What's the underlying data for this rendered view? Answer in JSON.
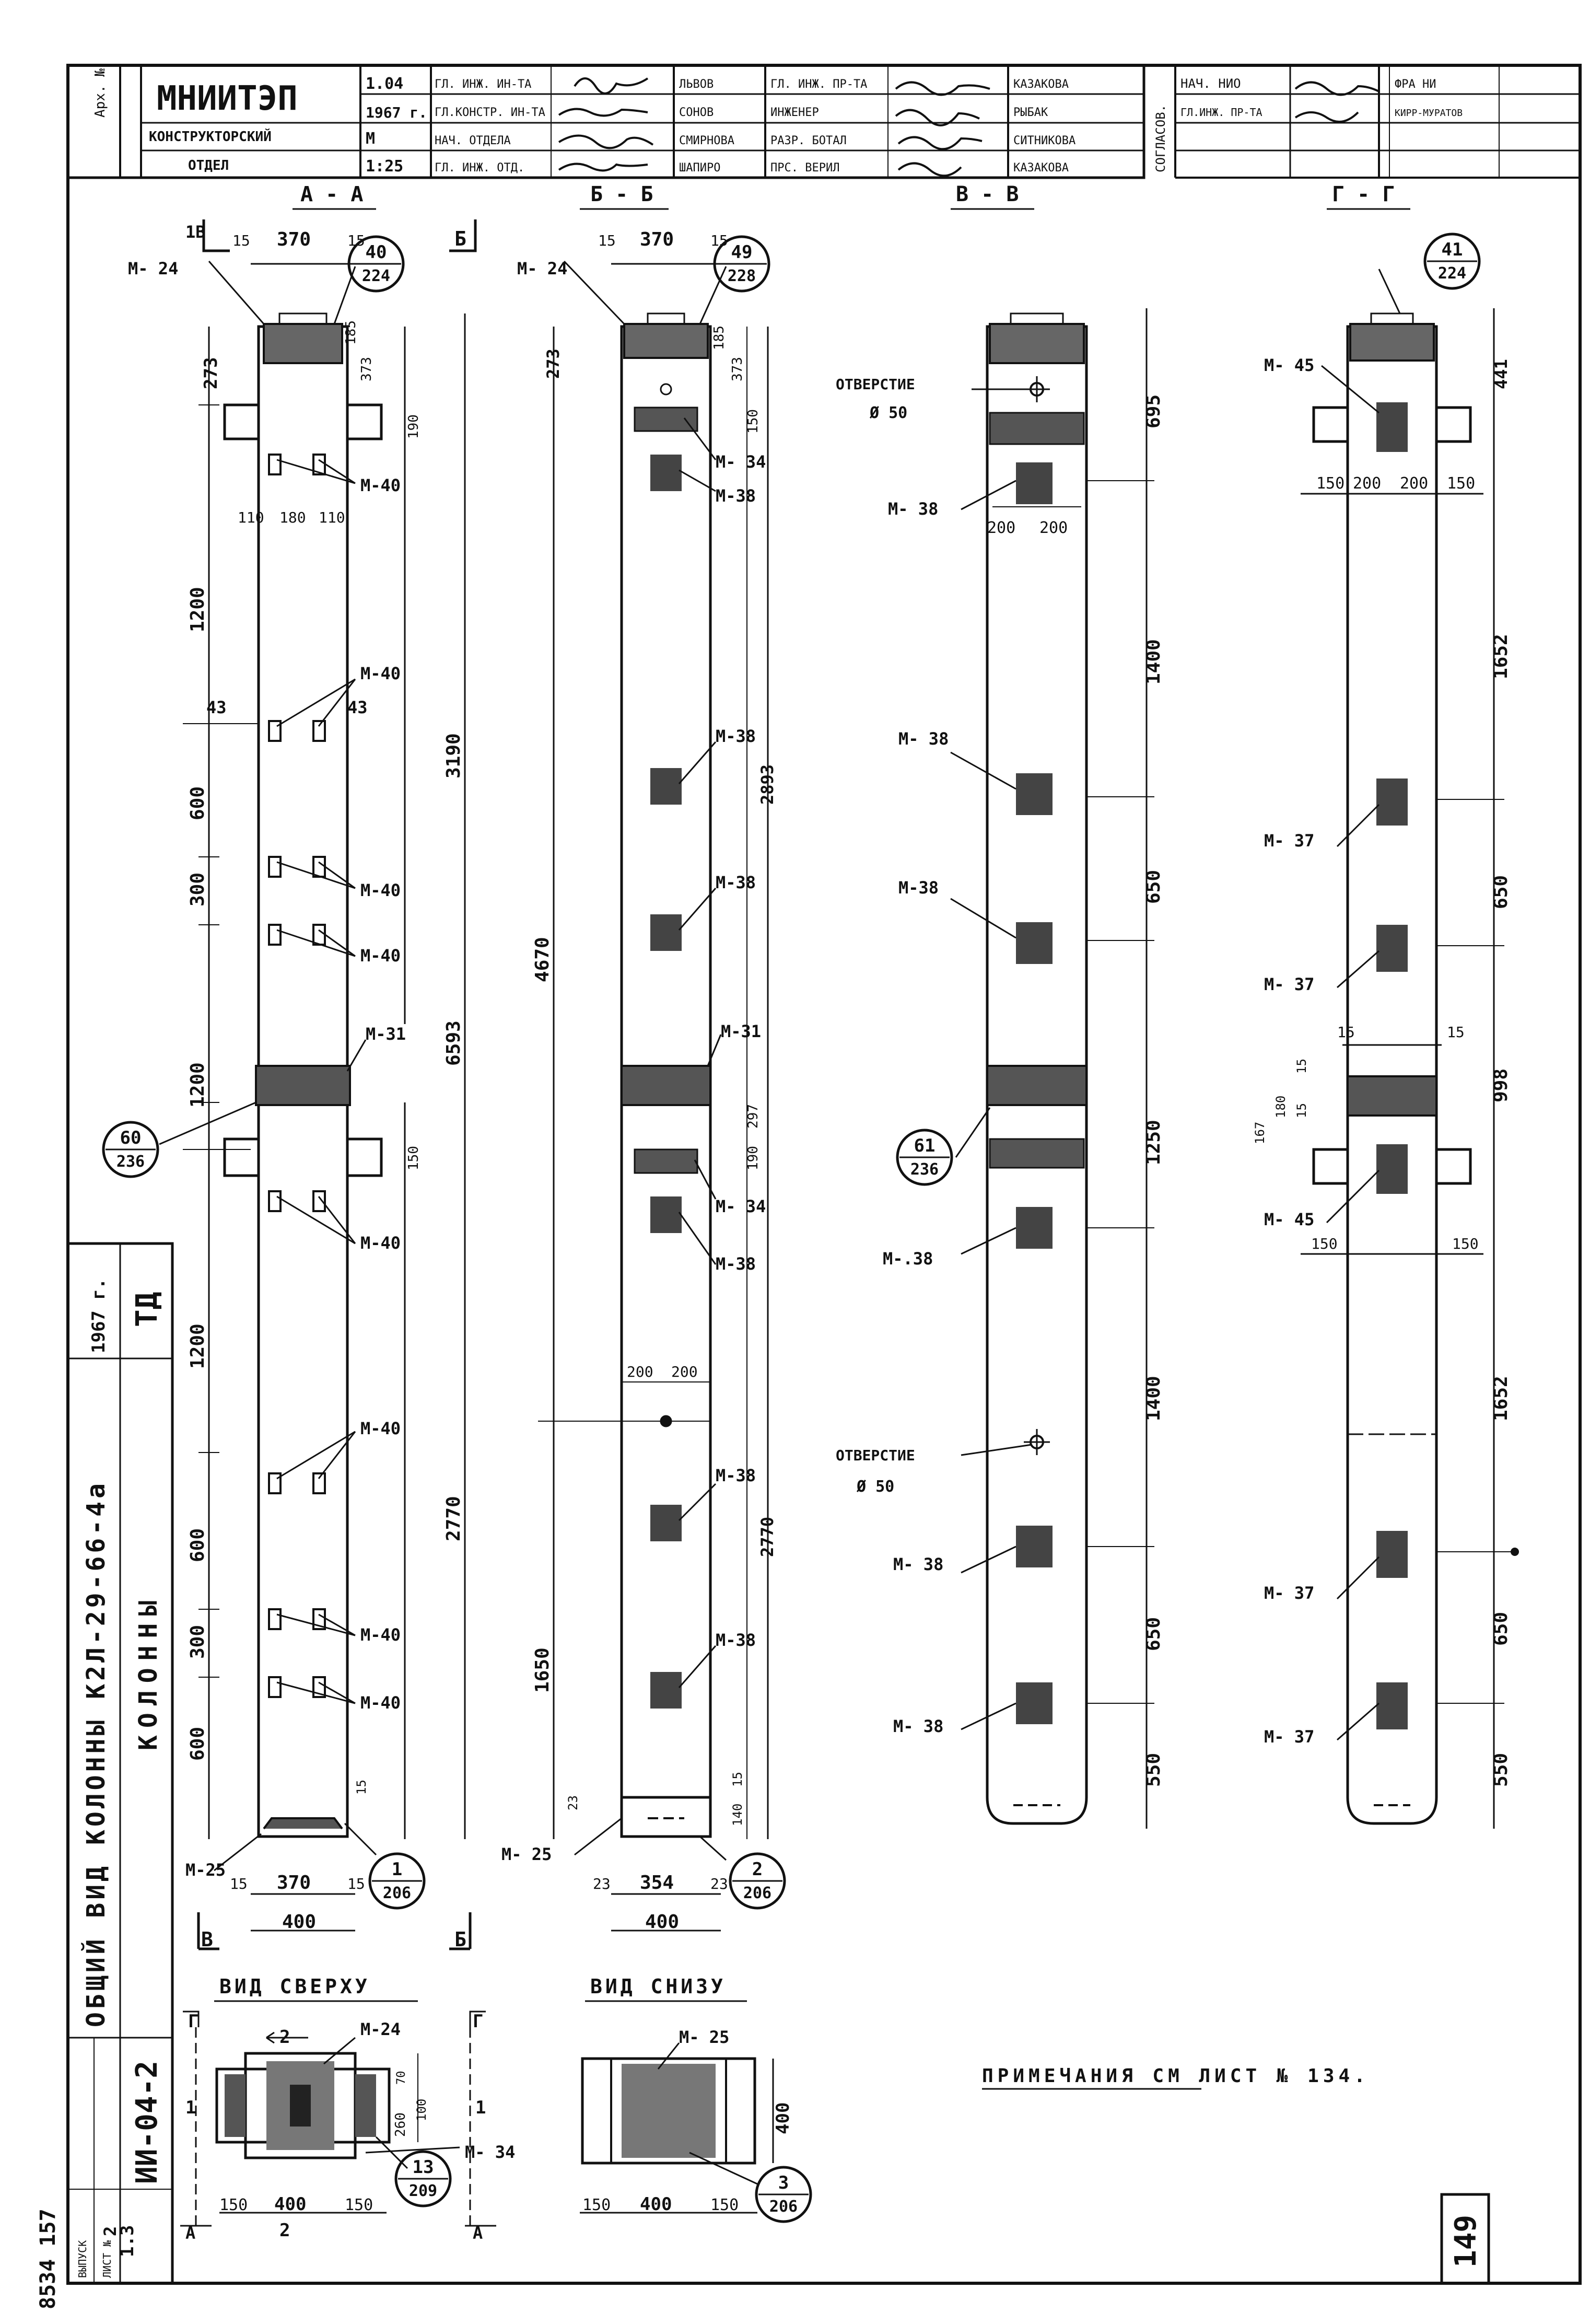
{
  "title_block": {
    "archive_label": "Арх. №",
    "org": "МНИИТЭП",
    "org_dept_1": "КОНСТРУКТОРСКИЙ",
    "org_dept_2": "ОТДЕЛ",
    "code": "1.04",
    "year": "1967 г.",
    "scale_label": "М",
    "scale": "1:25",
    "roles": [
      "ГЛ. ИНЖ. ИН-ТА",
      "ГЛ.КОНСТР. ИН-ТА",
      "НАЧ. ОТДЕЛА",
      "ГЛ. ИНЖ. ОТД."
    ],
    "names": [
      "ЛЬВОВ",
      "СОНОВ",
      "СМИРНОВА",
      "ШАПИРО"
    ],
    "roles2": [
      "ГЛ. ИНЖ. ПР-ТА",
      "ИНЖЕНЕР",
      "РАЗР. БОТАЛ",
      "ПРС. ВЕРИЛ"
    ],
    "names2": [
      "КАЗАКОВА",
      "РЫБАК",
      "СИТНИКОВА",
      "КАЗАКОВА"
    ],
    "agreed": "СОГЛАСОВ.",
    "roles3": [
      "НАЧ. НИО",
      "ГЛ.ИНЖ. ПР-ТА"
    ],
    "names3": [
      "ФРА НИ",
      "КИРР-МУРАТОВ"
    ]
  },
  "side_stamp": {
    "year": "1967 г.",
    "td": "ТД",
    "line1": "ОБЩИЙ ВИД КОЛОННЫ К2Л-29-66-4а",
    "line2": "КОЛОННЫ",
    "series": "ИИ-04-2",
    "issue_label": "ВЫПУСК",
    "issue": "2",
    "sheet_label": "ЛИСТ №",
    "sheet": "1.3",
    "inv": "8534 157"
  },
  "sheet_number": "149",
  "notes": "ПРИМЕЧАНИЯ СМ ЛИСТ № 134.",
  "views": {
    "aa": {
      "title": "А - А",
      "top_dims": [
        "15",
        "370",
        "15"
      ],
      "bot_dims": [
        "15",
        "370",
        "15"
      ],
      "bot_width": "400",
      "cut_b": "Б",
      "cut_v": "В",
      "cut_1v": "1В",
      "marks": {
        "m24": "М- 24",
        "m40": "М-40",
        "m31": "М-31",
        "m25": "М-25",
        "a43": "43"
      },
      "callouts": [
        {
          "num": "40",
          "den": "224"
        },
        {
          "num": "60",
          "den": "236"
        },
        {
          "num": "1",
          "den": "206"
        }
      ],
      "left_dims": [
        "273",
        "1200",
        "600",
        "300",
        "1200",
        "1200",
        "600",
        "300",
        "600"
      ],
      "right_dims": [
        "185",
        "373",
        "190",
        "3190",
        "6593",
        "150",
        "2770"
      ],
      "small_dims": [
        "15",
        "15"
      ],
      "mid_dims": [
        "110",
        "180",
        "110"
      ]
    },
    "bb": {
      "title": "Б - Б",
      "top_dims": [
        "15",
        "370",
        "15"
      ],
      "bot_dims": [
        "23",
        "354",
        "23"
      ],
      "bot_width": "400",
      "marks": {
        "m24": "М- 24",
        "m34": "М- 34",
        "m38": "М-38",
        "m31": "М-31",
        "m25": "М- 25"
      },
      "callouts": [
        {
          "num": "49",
          "den": "228"
        },
        {
          "num": "2",
          "den": "206"
        }
      ],
      "left_dims": [
        "273",
        "4670",
        "1650"
      ],
      "right_dims": [
        "185",
        "373",
        "150",
        "2893",
        "297",
        "190",
        "2770",
        "140"
      ],
      "mid_dims": [
        "200",
        "200"
      ],
      "small_dims": [
        "23",
        "15"
      ]
    },
    "vv": {
      "title": "В - В",
      "hole_label": "ОТВЕРСТИЕ",
      "hole_dia": "Ø 50",
      "marks": {
        "m38": "М- 38",
        "m38b": "М-38",
        "m38c": "М-.38"
      },
      "callouts": [
        {
          "num": "61",
          "den": "236"
        }
      ],
      "right_dims": [
        "695",
        "1400",
        "650",
        "1250",
        "1400",
        "650",
        "550"
      ],
      "mid_dims": [
        "200",
        "200"
      ]
    },
    "gg": {
      "title": "Г - Г",
      "marks": {
        "m45": "М- 45",
        "m37": "М- 37"
      },
      "callouts": [
        {
          "num": "41",
          "den": "224"
        }
      ],
      "right_dims": [
        "441",
        "1652",
        "650",
        "998",
        "1652",
        "650",
        "550"
      ],
      "mid_dims": [
        "150",
        "200",
        "200",
        "150"
      ],
      "small_dims": [
        "15",
        "15",
        "15",
        "180",
        "167",
        "15",
        "150",
        "150"
      ]
    }
  },
  "top_view": {
    "title": "ВИД СВЕРХУ",
    "marks": {
      "m24": "М-24",
      "m34": "М- 34"
    },
    "dims": [
      "150",
      "400",
      "150",
      "260",
      "70",
      "100"
    ],
    "cuts": [
      "Г",
      "Г",
      "2",
      "2",
      "1",
      "1"
    ],
    "cut_a": "А",
    "callout": {
      "num": "13",
      "den": "209"
    }
  },
  "bottom_view": {
    "title": "ВИД СНИЗУ",
    "marks": {
      "m25": "М- 25"
    },
    "dims": [
      "150",
      "400",
      "150",
      "400"
    ],
    "callout": {
      "num": "3",
      "den": "206"
    }
  }
}
